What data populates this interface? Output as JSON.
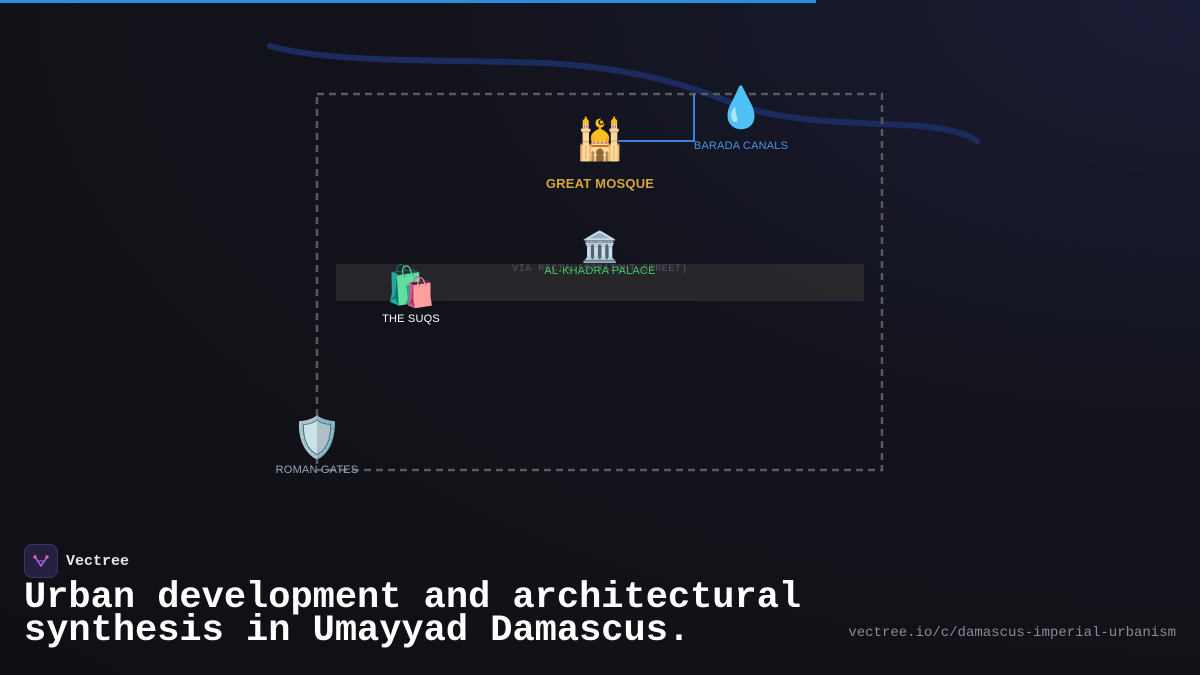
{
  "progress": {
    "fraction": 0.68,
    "color": "#2b8fe0"
  },
  "map": {
    "street_label": "VIA RECTA (STRAIGHT STREET)",
    "landmarks": {
      "mosque": {
        "label": "GREAT MOSQUE",
        "icon": "mosque-icon",
        "color": "#d4a63a"
      },
      "canals": {
        "label": "BARADA CANALS",
        "icon": "water-drop-icon",
        "color": "#4a90e2"
      },
      "palace": {
        "label": "AL-KHADRA PALACE",
        "icon": "classical-building-icon",
        "color": "#3cc463"
      },
      "suqs": {
        "label": "THE SUQS",
        "icon": "shopping-bags-icon",
        "color": "#ffffff"
      },
      "gates": {
        "label": "ROMAN GATES",
        "icon": "shield-icon",
        "color": "#9aa3b8"
      }
    }
  },
  "brand": {
    "name": "Vectree"
  },
  "headline": "Urban development and architectural synthesis in Umayyad Damascus.",
  "url": "vectree.io/c/damascus-imperial-urbanism"
}
